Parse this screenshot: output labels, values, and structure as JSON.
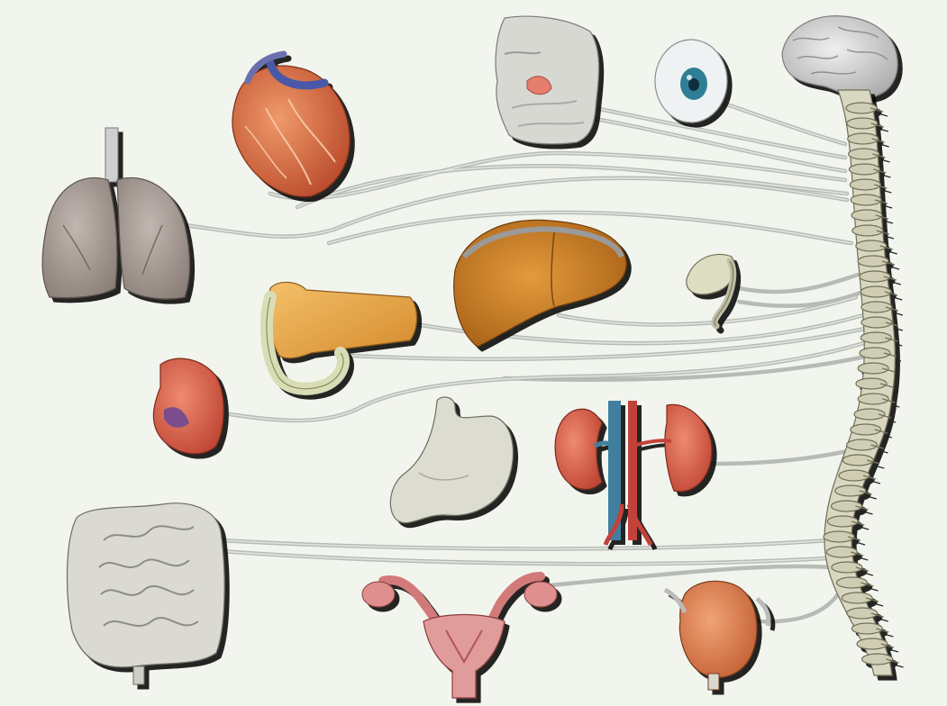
{
  "diagram": {
    "colors": {
      "background": "#f2f5ee",
      "nerve": "#c9cdc8",
      "nerve_shade": "#9fa39d",
      "bone": "#dcdcc8",
      "bone_shade": "#8c8c72",
      "brain": "#cfcfcf",
      "lung": "#a79d97",
      "heart": "#d9673d",
      "liver": "#c97a1f",
      "pancreas": "#e5a646",
      "spleen": "#e0674a",
      "stomach": "#dcdcd0",
      "kidney": "#d65a45",
      "vein": "#3f7fa0",
      "intestine": "#d9d9d3",
      "uterus": "#d97b7b",
      "bladder": "#e0875a",
      "eye_iris": "#2f7f96"
    },
    "organs": [
      {
        "id": "brain",
        "icon": "brain-icon"
      },
      {
        "id": "spinal-cord",
        "icon": "spine-icon"
      },
      {
        "id": "eye",
        "icon": "eye-icon"
      },
      {
        "id": "salivary-glands",
        "icon": "head-glands-icon"
      },
      {
        "id": "heart",
        "icon": "heart-icon"
      },
      {
        "id": "lungs",
        "icon": "lungs-icon"
      },
      {
        "id": "liver",
        "icon": "liver-icon"
      },
      {
        "id": "gallbladder",
        "icon": "gallbladder-icon"
      },
      {
        "id": "pancreas",
        "icon": "pancreas-icon"
      },
      {
        "id": "spleen",
        "icon": "spleen-icon"
      },
      {
        "id": "stomach",
        "icon": "stomach-icon"
      },
      {
        "id": "kidneys",
        "icon": "kidneys-icon"
      },
      {
        "id": "intestines",
        "icon": "intestines-icon"
      },
      {
        "id": "uterus",
        "icon": "uterus-icon"
      },
      {
        "id": "bladder",
        "icon": "bladder-icon"
      }
    ]
  }
}
